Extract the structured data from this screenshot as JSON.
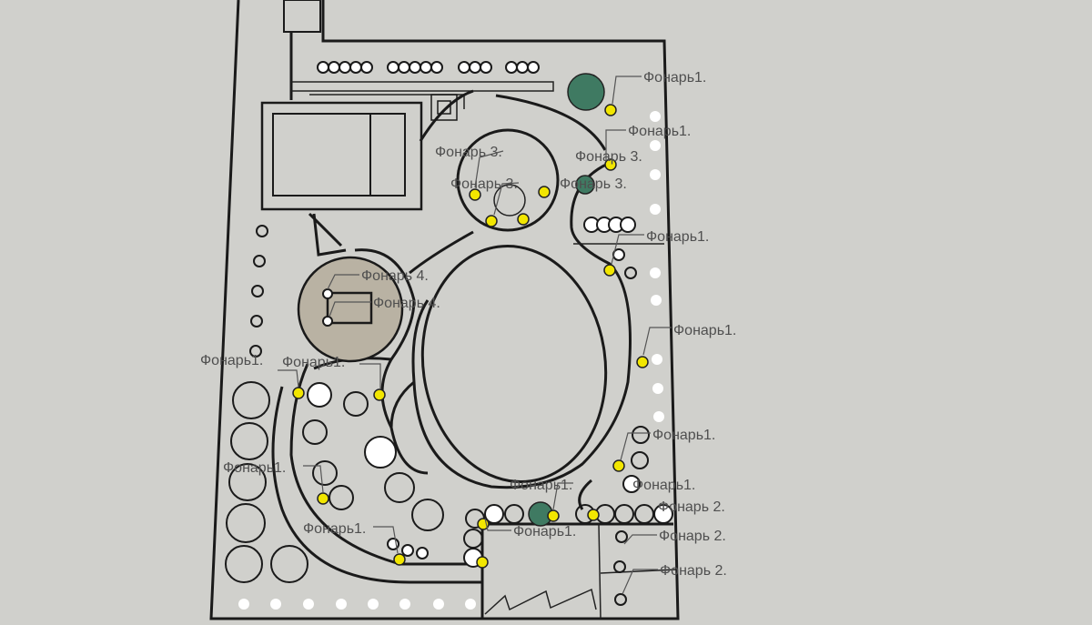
{
  "title": "Site plan with lighting",
  "colors": {
    "background": "#d0d0cc",
    "lamp": "#f2e600",
    "bush": "#3f7a62",
    "line": "#1a1a1a"
  },
  "labels": [
    "Фонарь1.",
    "Фонарь1.",
    "Фонарь 3.",
    "Фонарь 3.",
    "Фонарь 3.",
    "Фонарь 3.",
    "Фонарь1.",
    "Фонарь 4.",
    "Фонарь 4.",
    "Фонарь1.",
    "Фонарь1.",
    "Фонарь1.",
    "Фонарь1.",
    "Фонарь1.",
    "Фонарь1.",
    "Фонарь1.",
    "Фонарь 2.",
    "Фонарь1.",
    "Фонарь1.",
    "Фонарь 2.",
    "Фонарь 2."
  ]
}
